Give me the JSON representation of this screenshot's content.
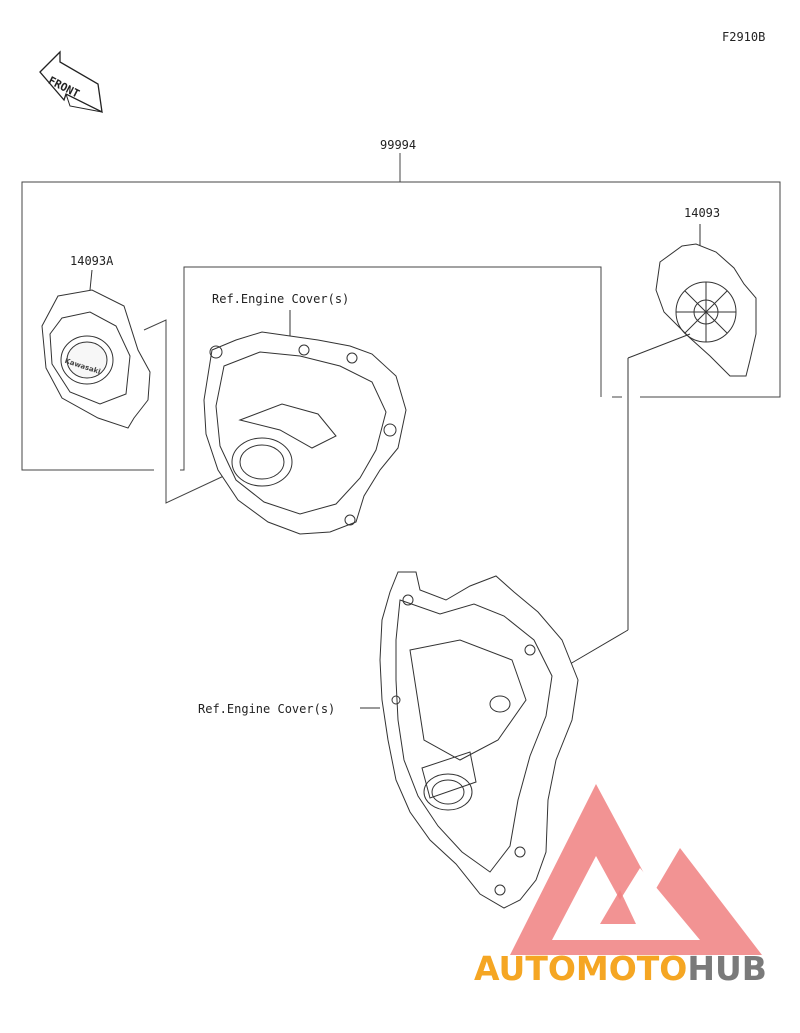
{
  "diagram": {
    "figure_code": "F2910B",
    "front_label": "FRONT",
    "assembly_part_no": "99994",
    "part_left": "14093A",
    "part_right": "14093",
    "ref_top": "Ref.Engine Cover(s)",
    "ref_bottom": "Ref.Engine Cover(s)",
    "badge_text": "Kawasaki"
  },
  "watermark": {
    "brand_part1": "AUTO",
    "brand_part2": "MOTO",
    "brand_part3": "HUB",
    "color_orange": "#f5a623",
    "color_gray": "#7a7a7a",
    "color_logo": "#f08080"
  }
}
